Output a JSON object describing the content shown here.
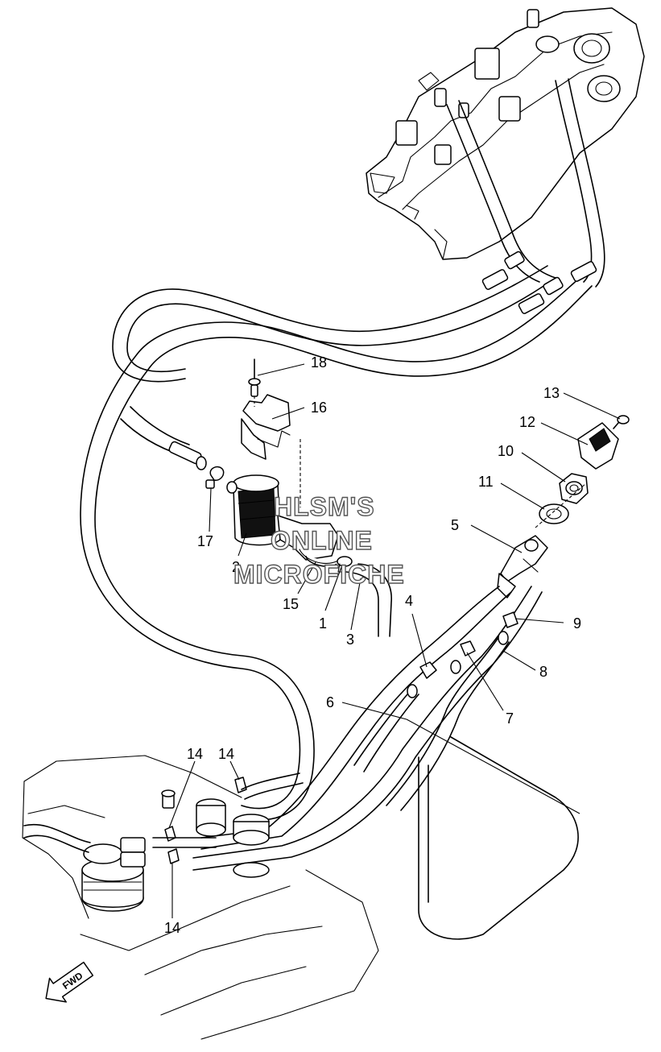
{
  "callouts": [
    {
      "id": "1",
      "text": "1"
    },
    {
      "id": "2",
      "text": "2"
    },
    {
      "id": "3",
      "text": "3"
    },
    {
      "id": "4",
      "text": "4"
    },
    {
      "id": "5",
      "text": "5"
    },
    {
      "id": "6",
      "text": "6"
    },
    {
      "id": "7",
      "text": "7"
    },
    {
      "id": "8",
      "text": "8"
    },
    {
      "id": "9",
      "text": "9"
    },
    {
      "id": "10",
      "text": "10"
    },
    {
      "id": "11",
      "text": "11"
    },
    {
      "id": "12",
      "text": "12"
    },
    {
      "id": "13",
      "text": "13"
    },
    {
      "id": "14a",
      "text": "14"
    },
    {
      "id": "14b",
      "text": "14"
    },
    {
      "id": "14c",
      "text": "14"
    },
    {
      "id": "15",
      "text": "15"
    },
    {
      "id": "16",
      "text": "16"
    },
    {
      "id": "17",
      "text": "17"
    },
    {
      "id": "18",
      "text": "18"
    }
  ],
  "watermark": {
    "line1": "HLSM'S",
    "line2": "ONLINE",
    "line3": "MICROFICHE"
  },
  "direction_badge": {
    "label": "FWD",
    "icon": "forward-arrow-icon"
  },
  "colors": {
    "line": "#000000",
    "background": "#ffffff",
    "watermark_outline": "#555555"
  }
}
